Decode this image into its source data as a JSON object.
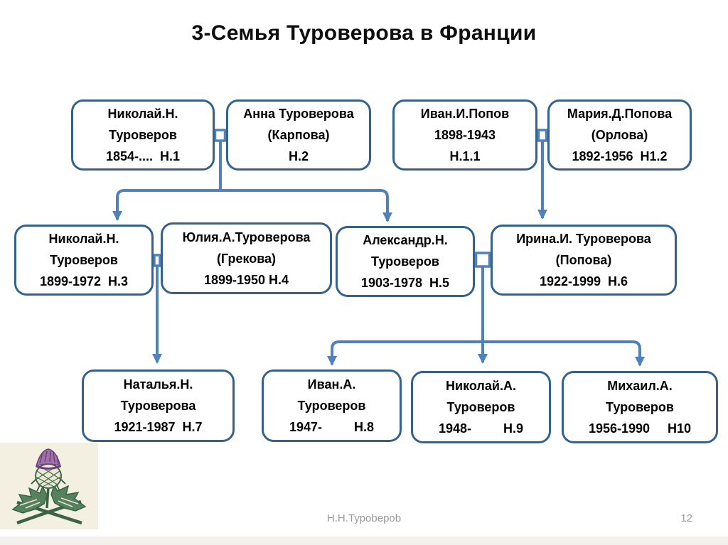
{
  "title": "3-Семья Туроверова в Франции",
  "colors": {
    "box_border": "#35618e",
    "connector": "#4f81bd",
    "title_text": "#0d0d0d",
    "footer_text": "#9a9a9a",
    "thistle_background": "#f4f0e1"
  },
  "decorations": {
    "thistle_emblem": "thistle-illustration"
  },
  "nodes": [
    {
      "id": "H.1",
      "lines": [
        "Николай.Н.",
        "Туроверов",
        "1854-....  Н.1"
      ]
    },
    {
      "id": "H.2",
      "lines": [
        "Анна Туроверова",
        "(Карпова)",
        "Н.2"
      ]
    },
    {
      "id": "H.1.1",
      "lines": [
        "Иван.И.Попов",
        "1898-1943",
        "Н.1.1"
      ]
    },
    {
      "id": "H1.2",
      "lines": [
        "Мария.Д.Попова",
        "(Орлова)",
        "1892-1956  Н1.2"
      ]
    },
    {
      "id": "H.3",
      "lines": [
        "Николай.Н.",
        "Туроверов",
        "1899-1972  Н.3"
      ]
    },
    {
      "id": "H.4",
      "lines": [
        "Юлия.А.Туроверова",
        "(Грекова)",
        "1899-1950 Н.4"
      ]
    },
    {
      "id": "H.5",
      "lines": [
        "Александр.Н.",
        "Туроверов",
        "1903-1978  Н.5"
      ]
    },
    {
      "id": "H.6",
      "lines": [
        "Ирина.И. Туроверова",
        "(Попова)",
        "1922-1999  Н.6"
      ]
    },
    {
      "id": "H.7",
      "lines": [
        "Наталья.Н.",
        "Туроверова",
        "1921-1987  Н.7"
      ]
    },
    {
      "id": "H.8",
      "lines": [
        "Иван.А.",
        "Туроверов",
        "1947-         Н.8"
      ]
    },
    {
      "id": "H.9",
      "lines": [
        "Николай.А.",
        "Туроверов",
        "1948-         Н.9"
      ]
    },
    {
      "id": "H10",
      "lines": [
        "Михаил.А.",
        "Туроверов",
        "1956-1990     Н10"
      ]
    }
  ],
  "footer": {
    "author": "H.H.Typobepob",
    "page": "12"
  }
}
